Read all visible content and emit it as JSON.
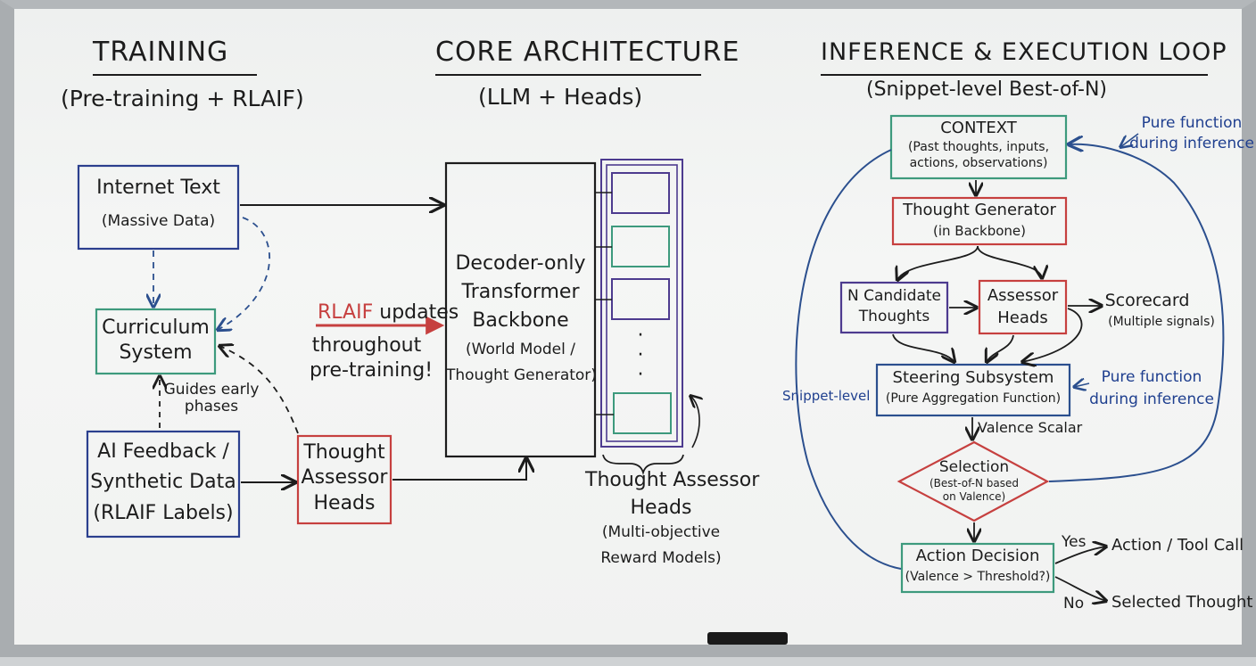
{
  "training": {
    "title": "TRAINING",
    "subtitle": "(Pre-training + RLAIF)",
    "internet_text": [
      "Internet Text",
      "(Massive Data)"
    ],
    "curriculum": [
      "Curriculum",
      "System"
    ],
    "guides_note": [
      "Guides early",
      "phases"
    ],
    "ai_feedback": [
      "AI Feedback /",
      "Synthetic Data",
      "(RLAIF Labels)"
    ],
    "thought_assessor": [
      "Thought",
      "Assessor",
      "Heads"
    ],
    "rlaif_word": "RLAIF",
    "rlaif_rest": "updates",
    "rlaif_note": [
      "throughout",
      "pre-training!"
    ]
  },
  "core": {
    "title": "CORE ARCHITECTURE",
    "subtitle": "(LLM + Heads)",
    "backbone": [
      "Decoder-only",
      "Transformer",
      "Backbone",
      "(World Model /",
      "Thought Generator)"
    ],
    "ellipsis": "·",
    "heads_caption": [
      "Thought Assessor",
      "Heads",
      "(Multi-objective",
      "Reward Models)"
    ]
  },
  "inference": {
    "title": "INFERENCE & EXECUTION LOOP",
    "subtitle": "(Snippet-level Best-of-N)",
    "context": [
      "CONTEXT",
      "(Past thoughts, inputs,",
      "actions, observations)"
    ],
    "pure_note_top": [
      "Pure function",
      "during inference"
    ],
    "thought_gen": [
      "Thought Generator",
      "(in Backbone)"
    ],
    "candidates": [
      "N Candidate",
      "Thoughts"
    ],
    "assessor": [
      "Assessor",
      "Heads"
    ],
    "scorecard": [
      "Scorecard",
      "(Multiple signals)"
    ],
    "steering": [
      "Steering Subsystem",
      "(Pure Aggregation Function)"
    ],
    "pure_note_mid": [
      "Pure function",
      "during inference"
    ],
    "snippet_level": "Snippet-level",
    "valence_scalar": "Valence Scalar",
    "selection": [
      "Selection",
      "(Best-of-N based",
      "on Valence)"
    ],
    "action_decision": [
      "Action Decision",
      "(Valence > Threshold?)"
    ],
    "yes": "Yes",
    "no": "No",
    "action_tool": "Action / Tool Call",
    "selected_thought": "Selected Thought"
  },
  "colors": {
    "blue": "#2b3f8e",
    "green": "#3d9a7d",
    "red": "#c6403f",
    "purple": "#4d3b8f",
    "ink": "#1c1c1c"
  }
}
